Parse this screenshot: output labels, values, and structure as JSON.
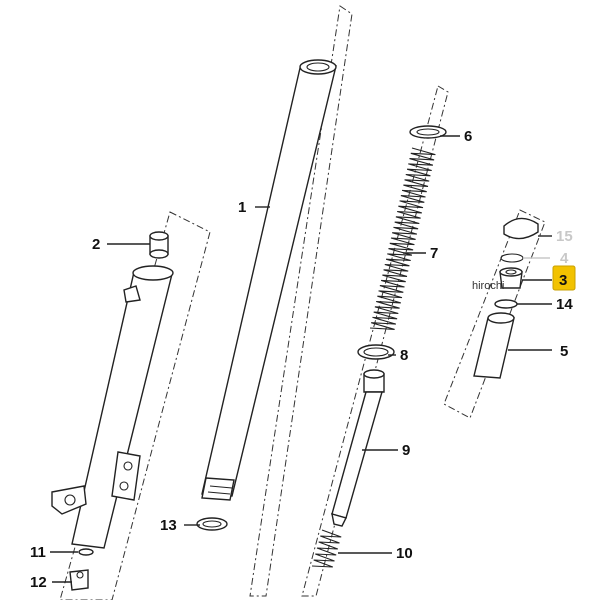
{
  "callouts": [
    {
      "id": "1",
      "label": "1"
    },
    {
      "id": "2",
      "label": "2"
    },
    {
      "id": "3",
      "label": "3",
      "highlight_color": "#f2c200"
    },
    {
      "id": "4",
      "label": "4"
    },
    {
      "id": "5",
      "label": "5"
    },
    {
      "id": "6",
      "label": "6"
    },
    {
      "id": "7",
      "label": "7"
    },
    {
      "id": "8",
      "label": "8"
    },
    {
      "id": "9",
      "label": "9"
    },
    {
      "id": "10",
      "label": "10"
    },
    {
      "id": "11",
      "label": "11"
    },
    {
      "id": "12",
      "label": "12"
    },
    {
      "id": "13",
      "label": "13"
    },
    {
      "id": "14",
      "label": "14"
    },
    {
      "id": "15",
      "label": "15"
    }
  ],
  "watermark": "hirochi",
  "colors": {
    "highlight": "#f2c200",
    "faded_label": "#c8c8c8",
    "line": "#222222"
  }
}
